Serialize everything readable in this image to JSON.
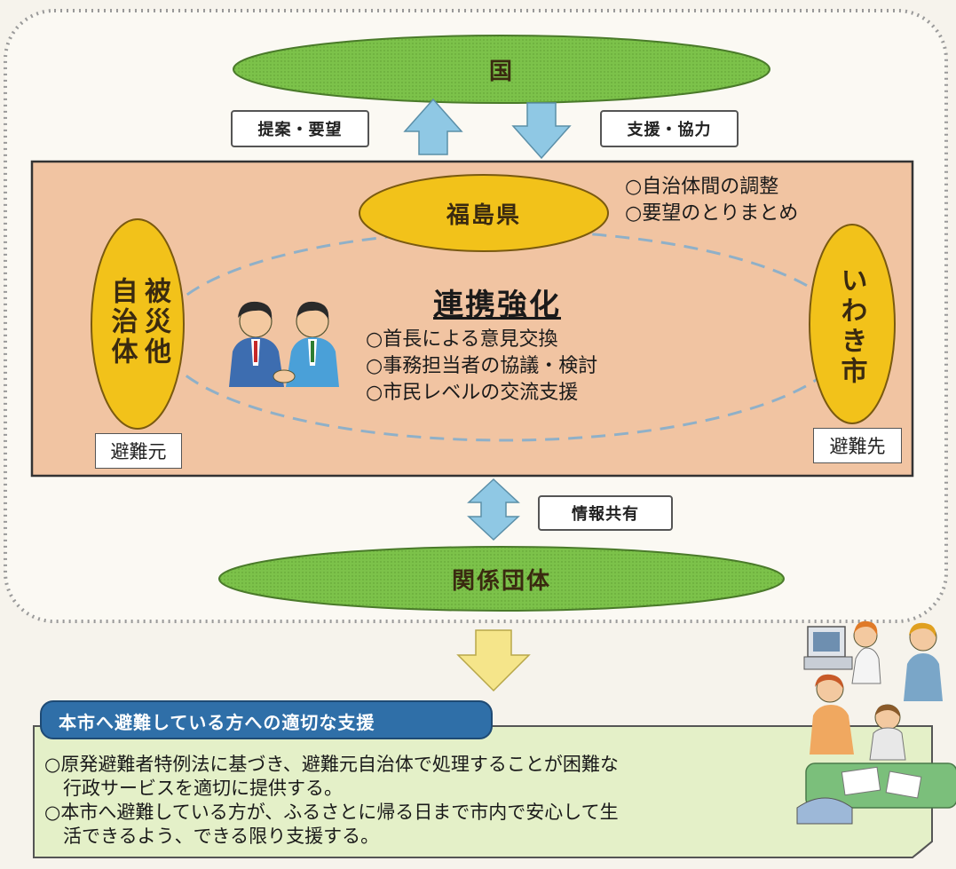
{
  "nodes": {
    "national": "国",
    "prefecture": "福島県",
    "affected_municipalities": "被災他自治体",
    "iwaki": "いわき市",
    "related_groups": "関係団体"
  },
  "flows": {
    "proposal": "提案・要望",
    "support_cooperation": "支援・協力",
    "info_sharing": "情報共有"
  },
  "prefecture_roles": [
    "○自治体間の調整",
    "○要望のとりまとめ"
  ],
  "cooperation": {
    "title": "連携強化",
    "items": [
      "○首長による意見交換",
      "○事務担当者の協議・検討",
      "○市民レベルの交流支援"
    ]
  },
  "evac_source_label": "避難元",
  "evac_dest_label": "避難先",
  "support": {
    "heading": "本市へ避難している方への適切な支援",
    "lines": [
      "○原発避難者特例法に基づき、避難元自治体で処理することが困難な",
      "　行政サービスを適切に提供する。",
      "○本市へ避難している方が、ふるさとに帰る日まで市内で安心して生",
      "　活できるよう、できる限り支援する。"
    ]
  },
  "colors": {
    "green_ellipse": "#7cc24a",
    "yellow_ellipse": "#f2c21a",
    "peach_panel": "#f1c4a2",
    "arrow_blue": "#8fc8e4",
    "arrow_yellow": "#f5e58a",
    "support_panel": "#e4f0c8",
    "heading_blue": "#2f6fa8"
  }
}
